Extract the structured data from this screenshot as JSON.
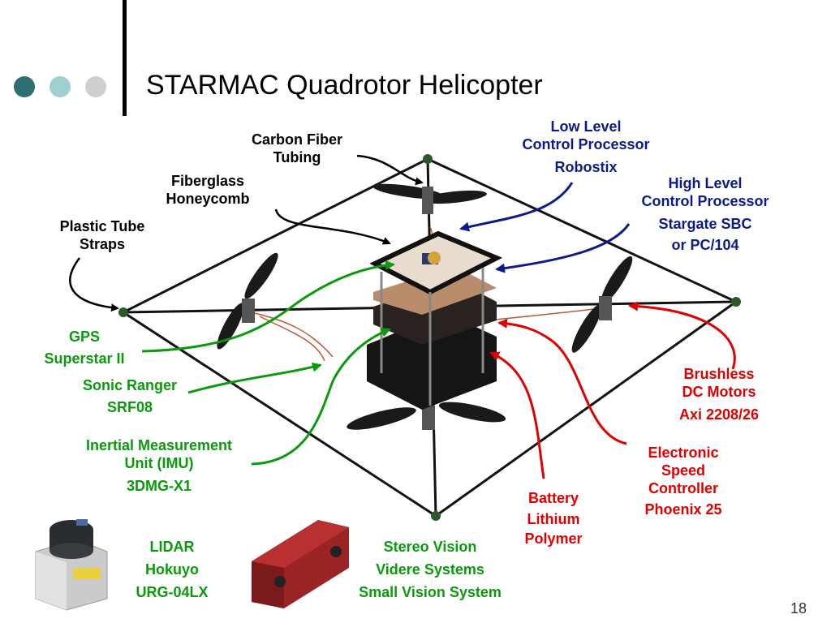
{
  "title": "STARMAC Quadrotor Helicopter",
  "page_number": "18",
  "colors": {
    "dot1": "#2f6f73",
    "dot2": "#9fcfd2",
    "dot3": "#cfcfcf",
    "blue_label": "#0b1a8c",
    "green_label": "#0b9a0b",
    "red_label": "#e00000"
  },
  "labels": {
    "carbon_fiber": [
      "Carbon Fiber",
      "Tubing"
    ],
    "fiberglass": [
      "Fiberglass",
      "Honeycomb"
    ],
    "plastic_straps": [
      "Plastic Tube",
      "Straps"
    ],
    "low_level": [
      "Low Level",
      "Control Processor",
      "Robostix"
    ],
    "high_level": [
      "High Level",
      "Control Processor",
      "Stargate SBC",
      "or PC/104"
    ],
    "gps": [
      "GPS",
      "Superstar II"
    ],
    "sonic": [
      "Sonic Ranger",
      "SRF08"
    ],
    "imu": [
      "Inertial Measurement",
      "Unit (IMU)",
      "3DMG-X1"
    ],
    "motors": [
      "Brushless",
      "DC Motors",
      "Axi 2208/26"
    ],
    "esc": [
      "Electronic",
      "Speed",
      "Controller",
      "Phoenix 25"
    ],
    "battery": [
      "Battery",
      "Lithium",
      "Polymer"
    ],
    "lidar": [
      "LIDAR",
      "Hokuyo",
      "URG-04LX"
    ],
    "stereo": [
      "Stereo Vision",
      "Videre Systems",
      "Small Vision System"
    ]
  }
}
